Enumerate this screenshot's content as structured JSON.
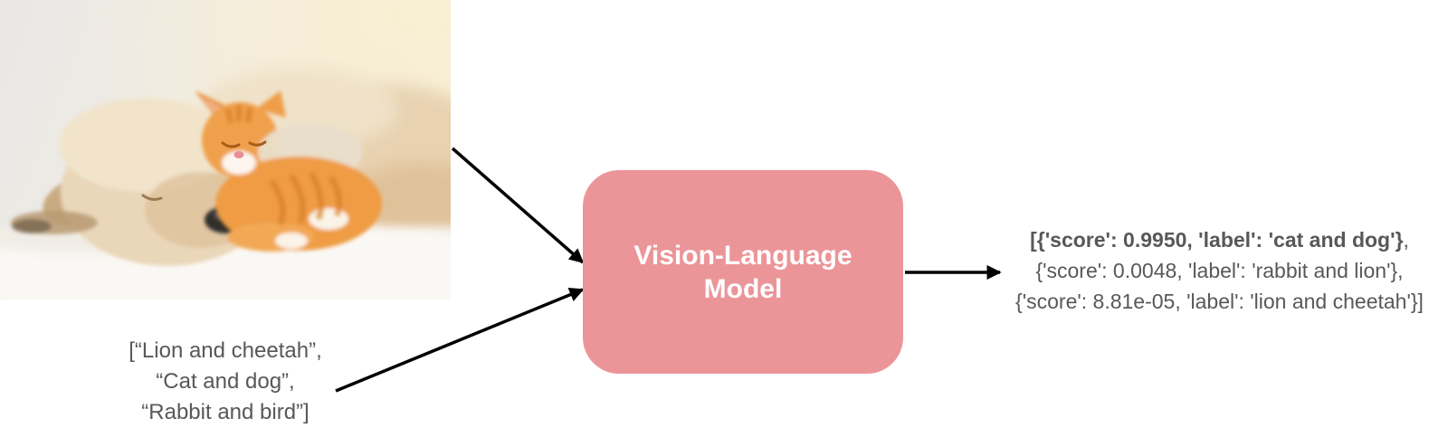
{
  "diagram": {
    "input_image": {
      "alt": "Sleeping cream puppy and orange tabby kitten cuddling on a white blanket"
    },
    "input_labels": {
      "lines": [
        "[“Lion and cheetah”,",
        "“Cat and dog”,",
        "“Rabbit and bird”]"
      ]
    },
    "model_box": {
      "label_line1": "Vision-Language",
      "label_line2": "Model",
      "fill": "#EB9599",
      "text_color": "#FFFFFF"
    },
    "output": {
      "line1_bold": "[{'score': 0.9950, 'label': 'cat and dog'}",
      "line1_rest": ",",
      "line2": "{'score': 0.0048, 'label': 'rabbit and lion'},",
      "line3": "{'score': 8.81e-05, 'label': 'lion and cheetah'}]"
    },
    "colors": {
      "arrow": "#000000",
      "body_text": "#58585A",
      "box_fill": "#EB9599"
    }
  }
}
